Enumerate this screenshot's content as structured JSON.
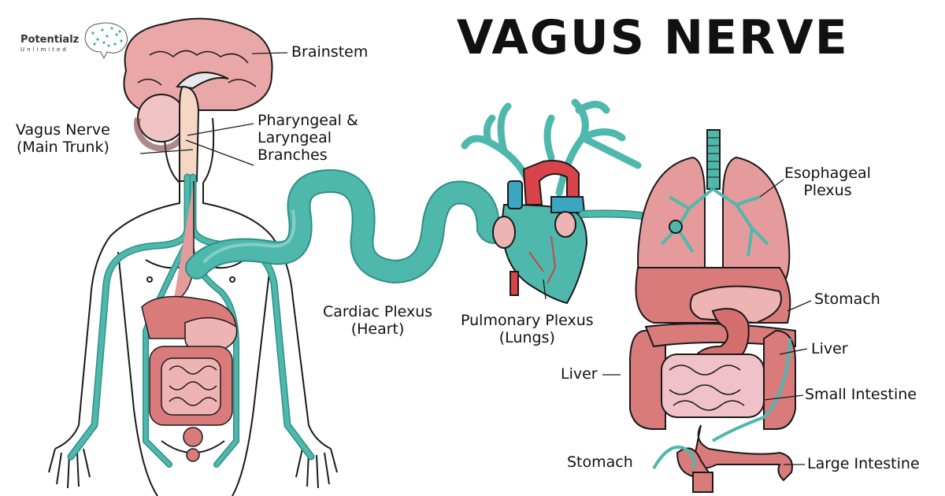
{
  "title": "VAGUS NERVE",
  "brand": {
    "name": "Potentialz",
    "tagline": "Unlimited",
    "icon": "brain-dots-icon"
  },
  "colors": {
    "nerve": "#4fb8ad",
    "nerve_dark": "#2f8f86",
    "organ": "#d97b7b",
    "organ_light": "#eeb3b3",
    "brain": "#eaa7a8",
    "artery": "#d9434a",
    "vein": "#3aa6c0",
    "outline": "#1a1a1a"
  },
  "labels": {
    "brainstem": "Brainstem",
    "vagus_main_1": "Vagus Nerve",
    "vagus_main_2": "(Main Trunk)",
    "pharyngeal_1": "Pharyngeal &",
    "pharyngeal_2": "Laryngeal",
    "pharyngeal_3": "Branches",
    "cardiac_1": "Cardiac Plexus",
    "cardiac_2": "(Heart)",
    "pulmonary_1": "Pulmonary Plexus",
    "pulmonary_2": "(Lungs)",
    "esophageal_1": "Esophageal",
    "esophageal_2": "Plexus",
    "stomach_right": "Stomach",
    "liver_right": "Liver",
    "liver_left": "Liver",
    "small_intestine": "Small Intestine",
    "stomach_bottom": "Stomach",
    "large_intestine": "Large Intestine"
  }
}
